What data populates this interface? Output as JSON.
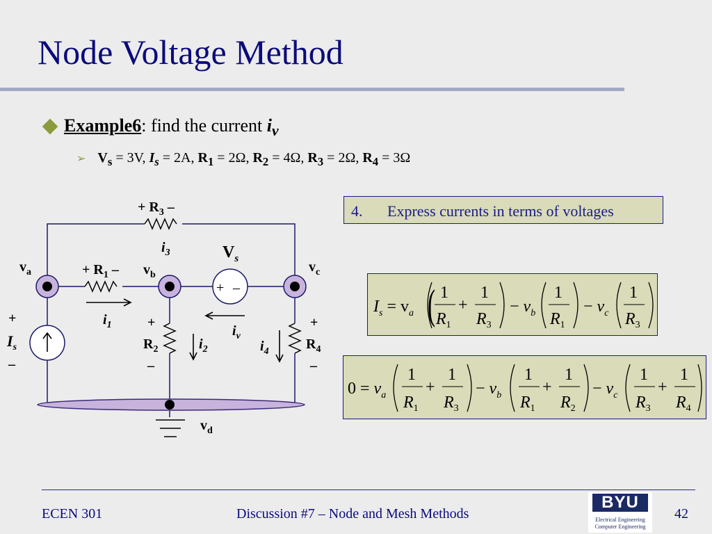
{
  "slide": {
    "title": "Node Voltage Method",
    "bullet1": {
      "label": "Example6",
      "text": ": find the current ",
      "var": "i",
      "sub": "v"
    },
    "bullet2": {
      "parts": [
        {
          "name": "V",
          "sub": "s",
          "val": " = 3V, "
        },
        {
          "name": "I",
          "sub": "s",
          "val": " = 2A, "
        },
        {
          "name": "R",
          "sub": "1",
          "val": " = 2Ω, "
        },
        {
          "name": "R",
          "sub": "2",
          "val": " = 4Ω, "
        },
        {
          "name": "R",
          "sub": "3",
          "val": " = 2Ω, "
        },
        {
          "name": "R",
          "sub": "4",
          "val": " = 3Ω"
        }
      ]
    },
    "step": {
      "number": "4.",
      "text": "Express currents in terms of voltages"
    }
  },
  "circuit": {
    "labels": {
      "r3": "+ R3 –",
      "i3": "i3",
      "vs": "Vs",
      "va": "va",
      "r1": "+ R1 –",
      "vb": "vb",
      "vc": "vc",
      "i1": "i1",
      "iv": "iv",
      "is": "Is",
      "r2": "R2",
      "i2": "i2",
      "i4": "i4",
      "r4": "R4",
      "vd": "vd"
    }
  },
  "equations": {
    "eq1": "Is = va(1/R1 + 1/R3) − vb(1/R1) − vc(1/R3)",
    "eq2": "0 = va(1/R1 + 1/R3) − vb(1/R1 + 1/R2) − vc(1/R3 + 1/R4)"
  },
  "footer": {
    "course": "ECEN 301",
    "center": "Discussion #7 – Node and Mesh Methods",
    "page": "42",
    "logo": {
      "mark": "BYU",
      "line1": "Electrical Engineering",
      "line2": "Computer Engineering"
    }
  },
  "colors": {
    "title": "#0b0b7a",
    "box_fill": "#d9dbb9",
    "box_border": "#1a1a8c",
    "bullet": "#8c9a3c",
    "ground_ellipse": "#c8b3dc"
  }
}
